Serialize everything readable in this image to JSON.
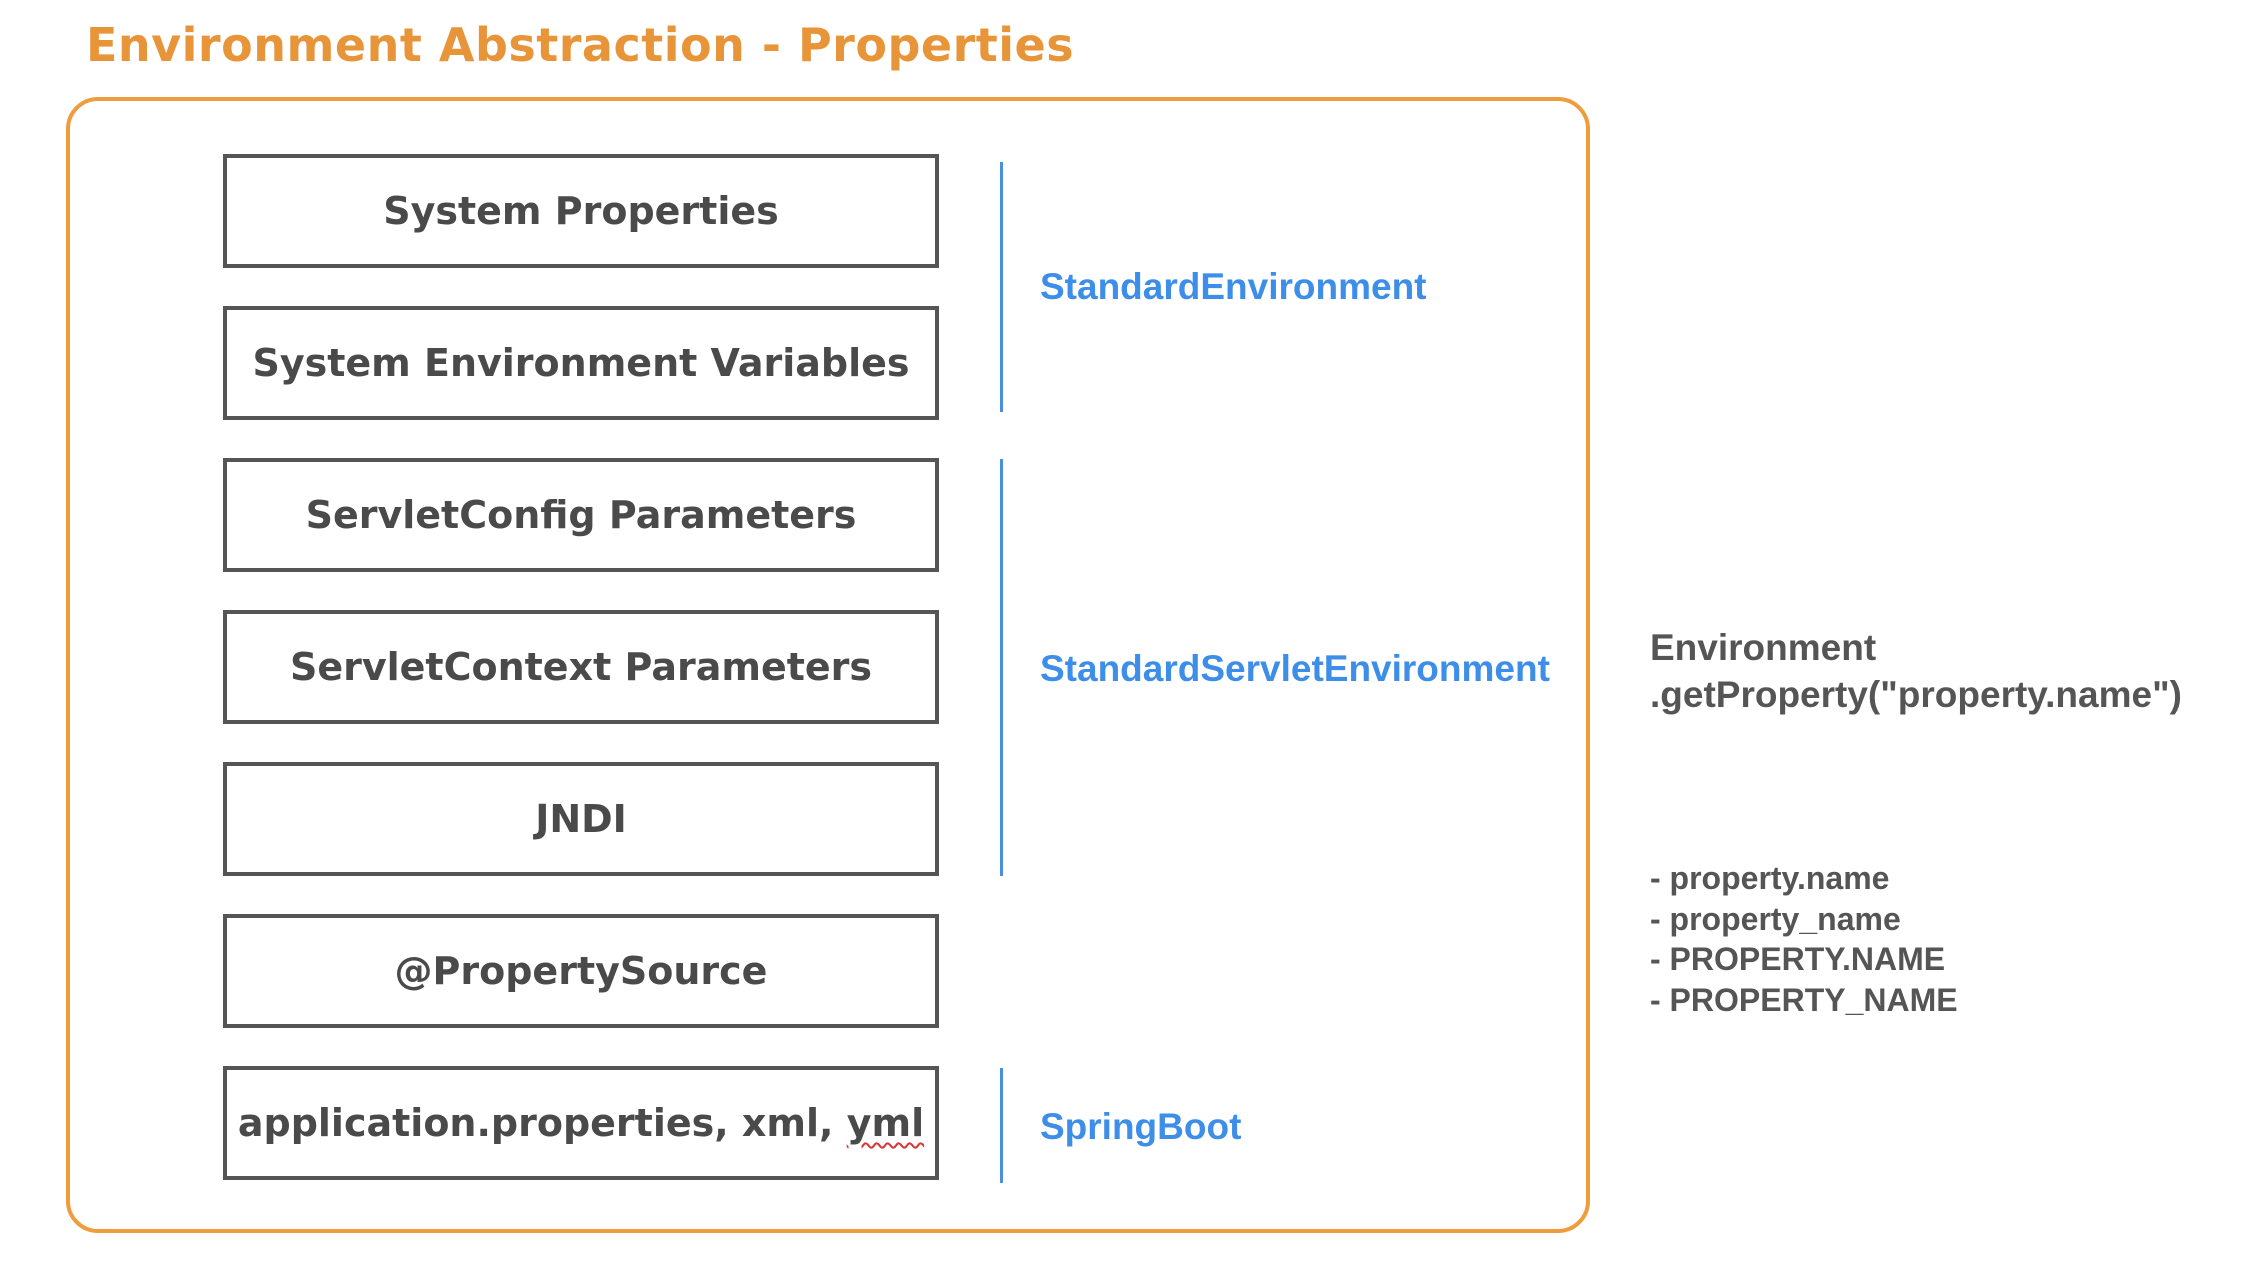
{
  "title": "Environment Abstraction - Properties",
  "property_sources": [
    {
      "label": "System Properties"
    },
    {
      "label": "System Environment Variables"
    },
    {
      "label": "ServletConfig Parameters"
    },
    {
      "label": "ServletContext Parameters"
    },
    {
      "label": "JNDI"
    },
    {
      "label": "@PropertySource"
    },
    {
      "label_main": "application.properties, xml, ",
      "label_squiggle": "yml"
    }
  ],
  "environments": [
    {
      "label": "StandardEnvironment",
      "color": "#3d8ee8"
    },
    {
      "label": "StandardServletEnvironment",
      "color": "#3d8ee8"
    },
    {
      "label": "SpringBoot",
      "color": "#3d8ee8"
    }
  ],
  "api_call": {
    "line1": "Environment",
    "line2": ".getProperty(\"property.name\")"
  },
  "name_variants": [
    "property.name",
    "property_name",
    "PROPERTY.NAME",
    "PROPERTY_NAME"
  ],
  "colors": {
    "title": "#e8953a",
    "frame_border": "#ef9c3d",
    "box_border": "#555555",
    "bracket": "#4a90e2",
    "text_dark": "#555555"
  }
}
